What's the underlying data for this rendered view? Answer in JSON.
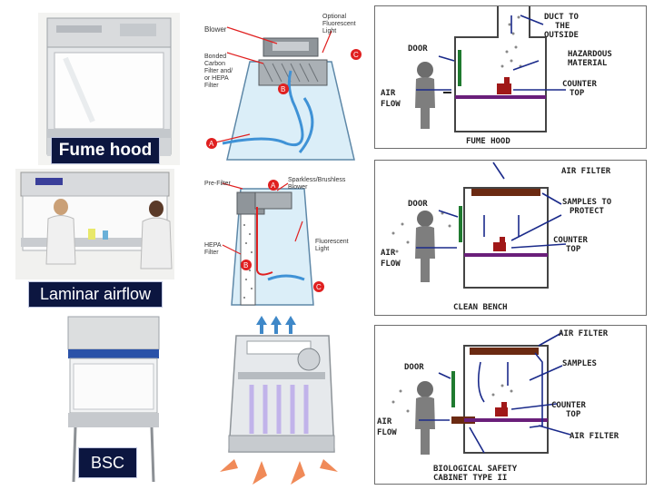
{
  "captions": {
    "fume_hood": "Fume hood",
    "laminar": "Laminar airflow",
    "bsc": "BSC"
  },
  "diagram_fume": {
    "blower": "Blower",
    "optional_light_1": "Optional",
    "optional_light_2": "Fluorescent",
    "optional_light_3": "Light",
    "carbon_1": "Bonded",
    "carbon_2": "Carbon",
    "carbon_3": "Filter and/",
    "carbon_4": "or HEPA",
    "carbon_5": "Filter",
    "marker_a": "A",
    "marker_b": "B",
    "marker_c": "C"
  },
  "diagram_laminar": {
    "prefilter": "Pre-Filter",
    "blower_1": "Sparkless/Brushless",
    "blower_2": "Blower",
    "hepa_1": "HEPA",
    "hepa_2": "Filter",
    "light_1": "Fluorescent",
    "light_2": "Light",
    "marker_a": "A",
    "marker_b": "B",
    "marker_c": "C"
  },
  "sketch_fume": {
    "duct_1": "DUCT TO",
    "duct_2": "THE",
    "duct_3": "OUTSIDE",
    "door": "DOOR",
    "hazard_1": "HAZARDOUS",
    "hazard_2": "MATERIAL",
    "counter_1": "COUNTER",
    "counter_2": "TOP",
    "airflow_1": "AIR",
    "airflow_2": "FLOW",
    "title": "FUME HOOD"
  },
  "sketch_bench": {
    "air_filter": "AIR FILTER",
    "door": "DOOR",
    "samples_1": "SAMPLES TO",
    "samples_2": "PROTECT",
    "counter_1": "COUNTER",
    "counter_2": "TOP",
    "airflow_1": "AIR",
    "airflow_2": "FLOW",
    "title": "CLEAN BENCH"
  },
  "sketch_bsc": {
    "air_filter_top": "AIR FILTER",
    "door": "DOOR",
    "samples": "SAMPLES",
    "counter_1": "COUNTER",
    "counter_2": "TOP",
    "airflow_1": "AIR",
    "airflow_2": "FLOW",
    "air_filter_bottom": "AIR FILTER",
    "title_1": "BIOLOGICAL SAFETY",
    "title_2": "CABINET TYPE II"
  }
}
